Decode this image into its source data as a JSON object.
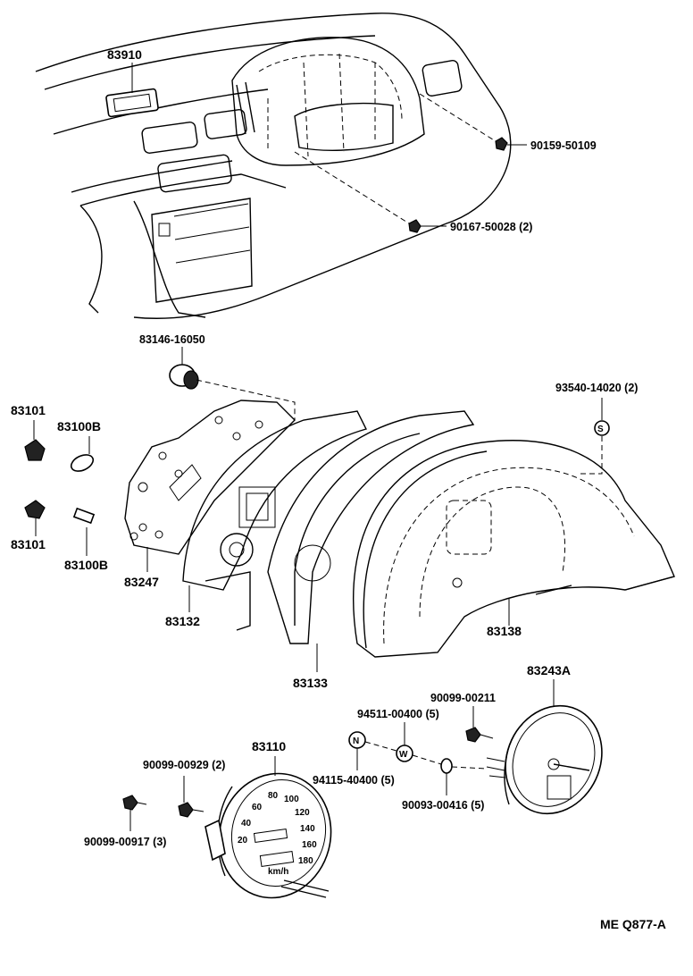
{
  "diagram": {
    "labels": {
      "p83910": "83910",
      "p90159": "90159-50109",
      "p90167": "90167-50028 (2)",
      "p83146": "83146-16050",
      "p93540": "93540-14020 (2)",
      "p83101a": "83101",
      "p83100Ba": "83100B",
      "p83101b": "83101",
      "p83100Bb": "83100B",
      "p83247": "83247",
      "p83132": "83132",
      "p83133": "83133",
      "p83138": "83138",
      "p83243A": "83243A",
      "p90099_00211": "90099-00211",
      "p94511": "94511-00400 (5)",
      "p94115": "94115-40400 (5)",
      "p90093": "90093-00416 (5)",
      "p83110": "83110",
      "p90099_00929": "90099-00929 (2)",
      "p90099_00917": "90099-00917 (3)",
      "figure_code": "ME Q877-A"
    },
    "markers": {
      "s": "S",
      "n": "N",
      "w": "W"
    },
    "speedometer": {
      "ticks": [
        "20",
        "40",
        "60",
        "80",
        "100",
        "120",
        "140",
        "160",
        "180"
      ],
      "unit": "km/h"
    }
  }
}
